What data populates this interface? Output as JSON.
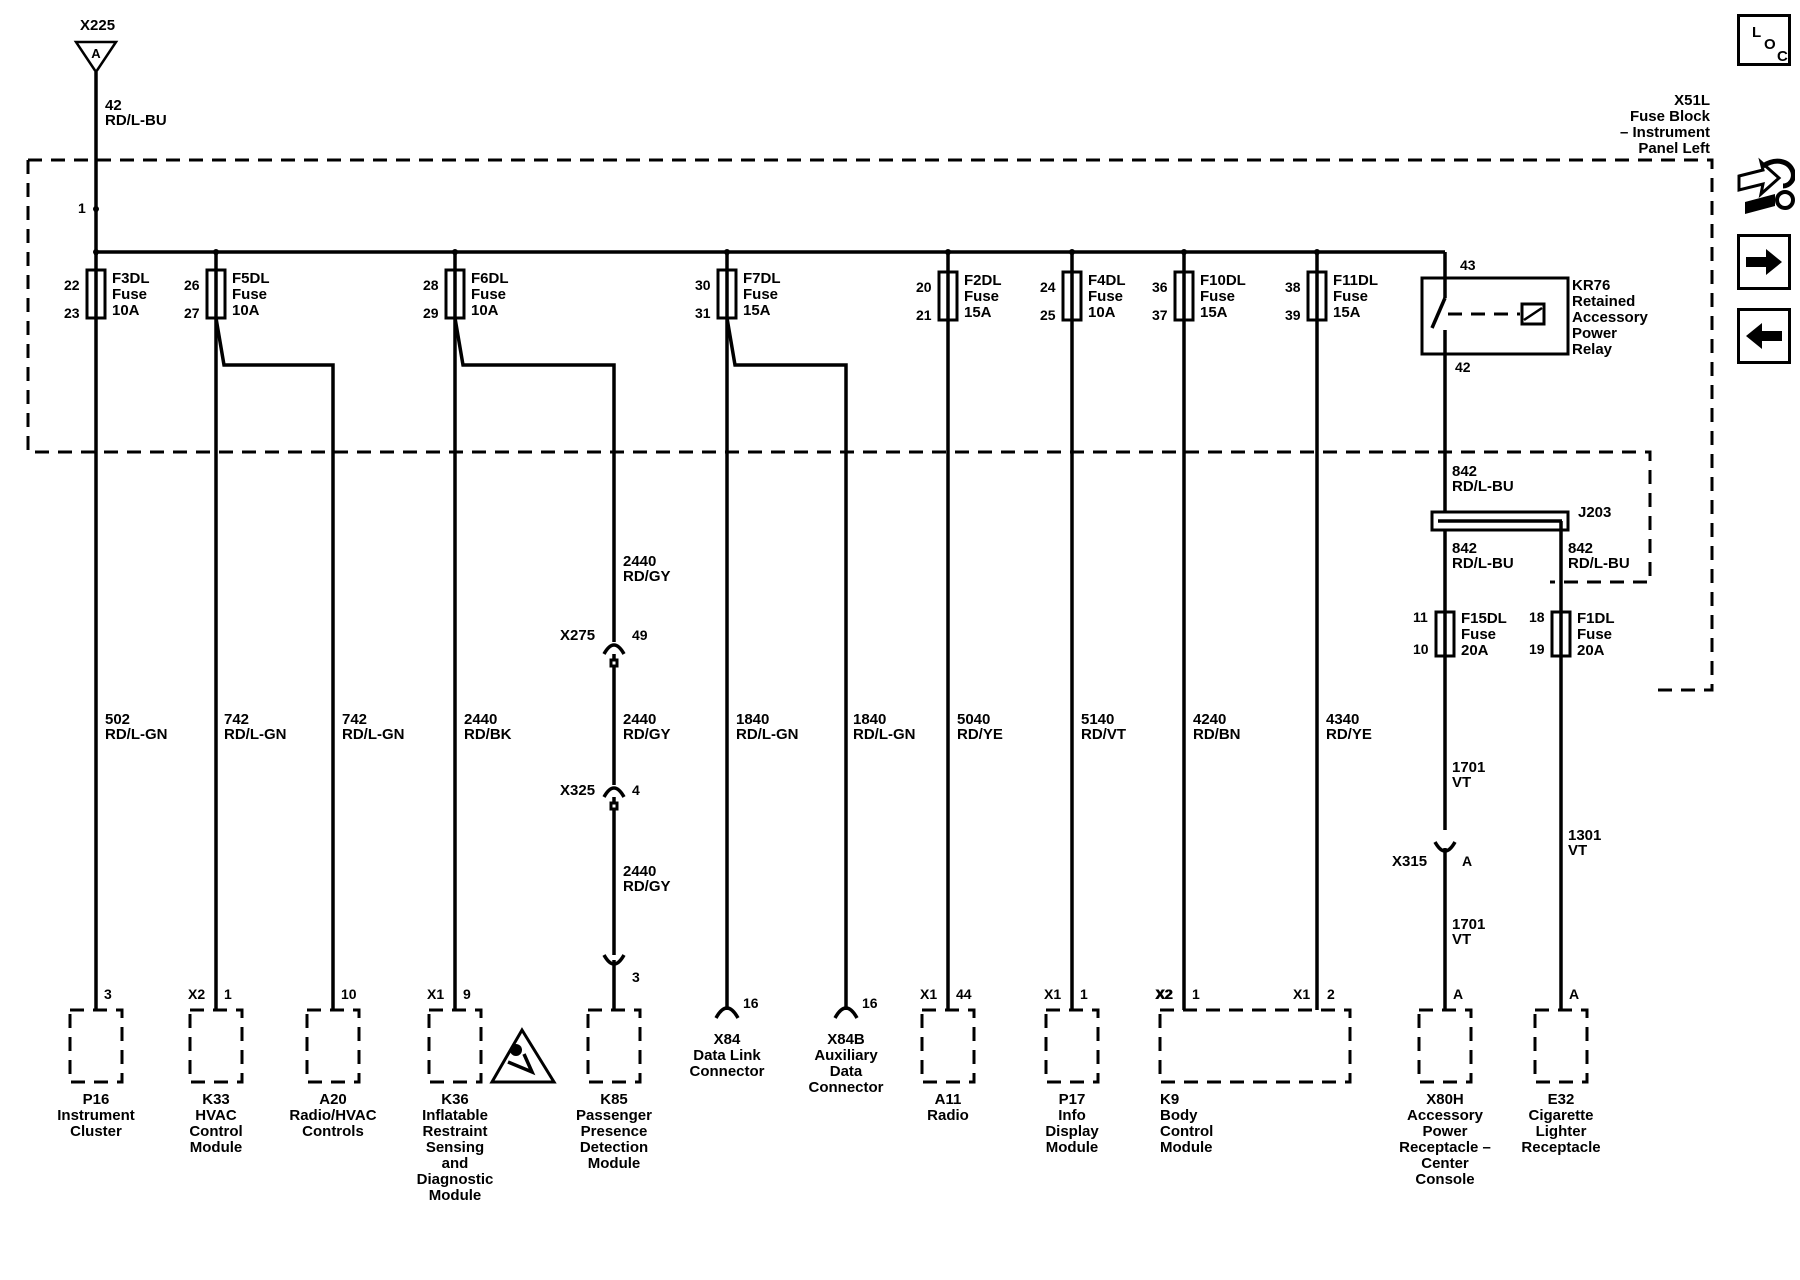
{
  "nav": {
    "loc": {
      "l": "L",
      "o": "O",
      "c": "C"
    },
    "icons": [
      "loc-icon",
      "tools-icon",
      "arrow-right-icon",
      "arrow-left-icon"
    ]
  },
  "top_connector": {
    "id": "X225",
    "pin": "A",
    "circuit": "42",
    "color": "RD/L-BU"
  },
  "fuse_block": {
    "name": [
      "X51L",
      "Fuse Block",
      "– Instrument",
      "Panel Left"
    ],
    "feed_pin": "1"
  },
  "fuses": [
    {
      "name": "F3DL",
      "type": "Fuse",
      "rating": "10A",
      "pin_in": "22",
      "pin_out": "23"
    },
    {
      "name": "F5DL",
      "type": "Fuse",
      "rating": "10A",
      "pin_in": "26",
      "pin_out": "27"
    },
    {
      "name": "F6DL",
      "type": "Fuse",
      "rating": "10A",
      "pin_in": "28",
      "pin_out": "29"
    },
    {
      "name": "F7DL",
      "type": "Fuse",
      "rating": "15A",
      "pin_in": "30",
      "pin_out": "31"
    },
    {
      "name": "F2DL",
      "type": "Fuse",
      "rating": "15A",
      "pin_in": "20",
      "pin_out": "21"
    },
    {
      "name": "F4DL",
      "type": "Fuse",
      "rating": "10A",
      "pin_in": "24",
      "pin_out": "25"
    },
    {
      "name": "F10DL",
      "type": "Fuse",
      "rating": "15A",
      "pin_in": "36",
      "pin_out": "37"
    },
    {
      "name": "F11DL",
      "type": "Fuse",
      "rating": "15A",
      "pin_in": "38",
      "pin_out": "39"
    }
  ],
  "relay": {
    "pin_in": "43",
    "pin_out": "42",
    "name": [
      "KR76",
      "Retained",
      "Accessory",
      "Power",
      "Relay"
    ]
  },
  "wires": [
    {
      "circuit": "502",
      "color": "RD/L-GN"
    },
    {
      "circuit": "742",
      "color": "RD/L-GN"
    },
    {
      "circuit": "742",
      "color": "RD/L-GN"
    },
    {
      "circuit": "2440",
      "color": "RD/BK"
    },
    {
      "circuit": "2440",
      "color": "RD/GY"
    },
    {
      "circuit": "2440",
      "color": "RD/GY"
    },
    {
      "circuit": "2440",
      "color": "RD/GY"
    },
    {
      "circuit": "1840",
      "color": "RD/L-GN"
    },
    {
      "circuit": "1840",
      "color": "RD/L-GN"
    },
    {
      "circuit": "5040",
      "color": "RD/YE"
    },
    {
      "circuit": "5140",
      "color": "RD/VT"
    },
    {
      "circuit": "4240",
      "color": "RD/BN"
    },
    {
      "circuit": "4340",
      "color": "RD/YE"
    },
    {
      "circuit": "842",
      "color": "RD/L-BU"
    },
    {
      "circuit": "842",
      "color": "RD/L-BU"
    },
    {
      "circuit": "842",
      "color": "RD/L-BU"
    },
    {
      "circuit": "1701",
      "color": "VT"
    },
    {
      "circuit": "1701",
      "color": "VT"
    },
    {
      "circuit": "1301",
      "color": "VT"
    }
  ],
  "inline_connectors": [
    {
      "id": "X275",
      "pin": "49"
    },
    {
      "id": "X325",
      "pin": "4"
    },
    {
      "id": "X315",
      "pin": "A"
    }
  ],
  "splice": {
    "id": "J203"
  },
  "accessory_fuses": [
    {
      "name": "F15DL",
      "type": "Fuse",
      "rating": "20A",
      "pin_in": "11",
      "pin_out": "10"
    },
    {
      "name": "F1DL",
      "type": "Fuse",
      "rating": "20A",
      "pin_in": "18",
      "pin_out": "19"
    }
  ],
  "modules": [
    {
      "conn": "",
      "pin": "3",
      "name": [
        "P16",
        "Instrument",
        "Cluster"
      ]
    },
    {
      "conn": "X2",
      "pin": "1",
      "name": [
        "K33",
        "HVAC",
        "Control",
        "Module"
      ]
    },
    {
      "conn": "",
      "pin": "10",
      "name": [
        "A20",
        "Radio/HVAC",
        "Controls"
      ]
    },
    {
      "conn": "X1",
      "pin": "9",
      "name": [
        "K36",
        "Inflatable",
        "Restraint",
        "Sensing",
        "and",
        "Diagnostic",
        "Module"
      ]
    },
    {
      "conn": "",
      "pin": "3",
      "name": [
        "K85",
        "Passenger",
        "Presence",
        "Detection",
        "Module"
      ]
    },
    {
      "conn": "",
      "pin": "16",
      "name": [
        "X84",
        "Data Link",
        "Connector"
      ]
    },
    {
      "conn": "",
      "pin": "16",
      "name": [
        "X84B",
        "Auxiliary",
        "Data",
        "Connector"
      ]
    },
    {
      "conn": "X1",
      "pin": "44",
      "name": [
        "A11",
        "Radio"
      ]
    },
    {
      "conn": "X1",
      "pin": "1",
      "name": [
        "P17",
        "Info",
        "Display",
        "Module"
      ]
    },
    {
      "conn": "X2",
      "pin": "1",
      "name": [
        "K9",
        "Body",
        "Control",
        "Module"
      ]
    },
    {
      "conn": "X1",
      "pin": "2",
      "name": []
    },
    {
      "conn": "",
      "pin": "A",
      "name": [
        "X80H",
        "Accessory",
        "Power",
        "Receptacle –",
        "Center",
        "Console"
      ]
    },
    {
      "conn": "",
      "pin": "A",
      "name": [
        "E32",
        "Cigarette",
        "Lighter",
        "Receptacle"
      ]
    }
  ]
}
